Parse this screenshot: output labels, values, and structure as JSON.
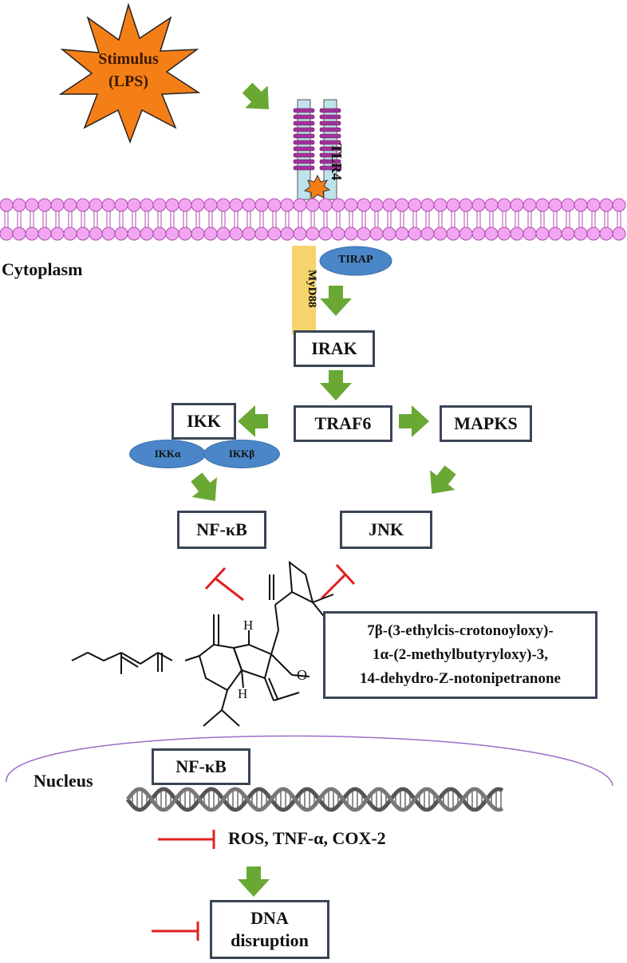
{
  "stimulus": {
    "line1": "Stimulus",
    "line2": "(LPS)"
  },
  "receptor": {
    "label": "TLR4"
  },
  "membrane": {
    "cytoplasm_label": "Cytoplasm"
  },
  "adaptors": {
    "myd88": "MyD88",
    "tirap": "TIRAP"
  },
  "nodes": {
    "irak": "IRAK",
    "traf6": "TRAF6",
    "ikk": "IKK",
    "ikk_alpha": "IKKα",
    "ikk_beta": "IKKβ",
    "mapks": "MAPKS",
    "nfkb": "NF-κB",
    "jnk": "JNK"
  },
  "compound": {
    "name_lines": [
      "7β-(3-ethylcis-crotonoyloxy)-",
      "1α-(2-methylbutyryloxy)-3,",
      "14-dehydro-Z-notonipetranone"
    ],
    "atom_labels": {
      "h_top": "H",
      "h_bottom": "H",
      "oxygen": "O"
    }
  },
  "nucleus": {
    "label": "Nucleus",
    "nfkb": "NF-κB",
    "targets": "ROS, TNF-α, COX-2",
    "dna_line1": "DNA",
    "dna_line2": "disruption"
  },
  "colors": {
    "activation_arrow": "#6aa834",
    "inhibition": "#e02020",
    "stimulus_fill": "#f57f17",
    "lipid_head": "#f2a6f2",
    "box_border": "#3a4556",
    "ellipse": "#4a86c8",
    "myd88": "#f7d36b"
  }
}
